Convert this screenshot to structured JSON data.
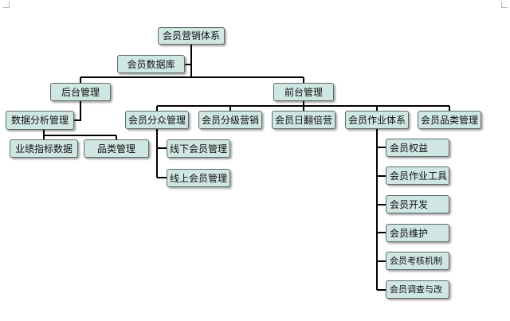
{
  "diagram": {
    "nodes": {
      "root": "会员营销体系",
      "data_warehouse": "会员数据库",
      "back_office": "后台管理",
      "front_office": "前台管理",
      "data_analysis": "数据分析管理",
      "kpi_data": "业绩指标数据",
      "category_mgmt": "品类管理",
      "member_segment": "会员分众管理",
      "member_tier_marketing": "会员分级营销",
      "daily_double": "会员日翻倍营",
      "member_operation": "会员作业体系",
      "member_category": "会员品类管理",
      "offline_member": "线下会员管理",
      "online_member": "线上会员管理",
      "member_rights": "会员权益",
      "member_tools": "会员作业工具",
      "member_dev": "会员开发",
      "member_maintain": "会员维护",
      "member_assess": "会员考核机制",
      "member_survey": "会员调查与改"
    }
  }
}
